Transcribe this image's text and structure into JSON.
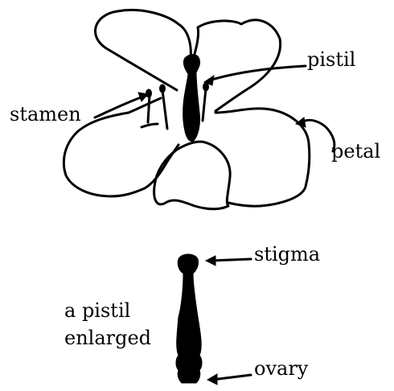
{
  "labels": {
    "pistil": "pistil",
    "stamen": "stamen",
    "petal": "petal",
    "stigma": "stigma",
    "enlarged_line1": "a pistil",
    "enlarged_line2": "enlarged",
    "ovary": "ovary"
  }
}
